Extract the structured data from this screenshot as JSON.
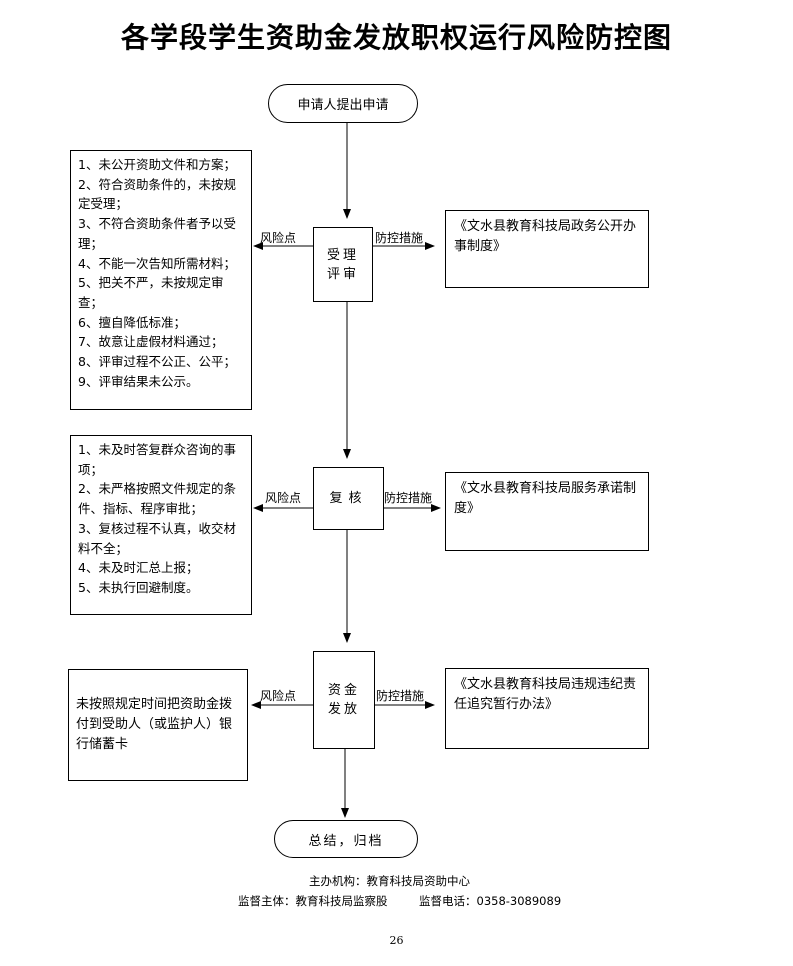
{
  "title": "各学段学生资助金发放职权运行风险防控图",
  "start": "申请人提出申请",
  "end": "总结，归档",
  "risk_label": "风险点",
  "measure_label": "防控措施",
  "steps": [
    {
      "name": "受理评审",
      "risks": "1、未公开资助文件和方案；\n2、符合资助条件的，未按规定受理；\n3、不符合资助条件者予以受理；\n4、不能一次告知所需材料；\n5、把关不严，未按规定审查；\n6、擅自降低标准；\n7、故意让虚假材料通过；\n8、评审过程不公正、公平；\n9、评审结果未公示。",
      "measure": "《文水县教育科技局政务公开办事制度》"
    },
    {
      "name": "复核",
      "risks": "1、未及时答复群众咨询的事项；\n2、未严格按照文件规定的条件、指标、程序审批；\n3、复核过程不认真，收交材料不全；\n4、未及时汇总上报；\n5、未执行回避制度。",
      "measure": "《文水县教育科技局服务承诺制度》"
    },
    {
      "name": "资金发放",
      "risks": "未按照规定时间把资助金拨付到受助人（或监护人）银行储蓄卡",
      "measure": "《文水县教育科技局违规违纪责任追究暂行办法》"
    }
  ],
  "footer": {
    "organizer": "主办机构：教育科技局资助中心",
    "supervisor": "监督主体：教育科技局监察股",
    "phone": "监督电话：0358-3089089"
  },
  "page_number": "26"
}
